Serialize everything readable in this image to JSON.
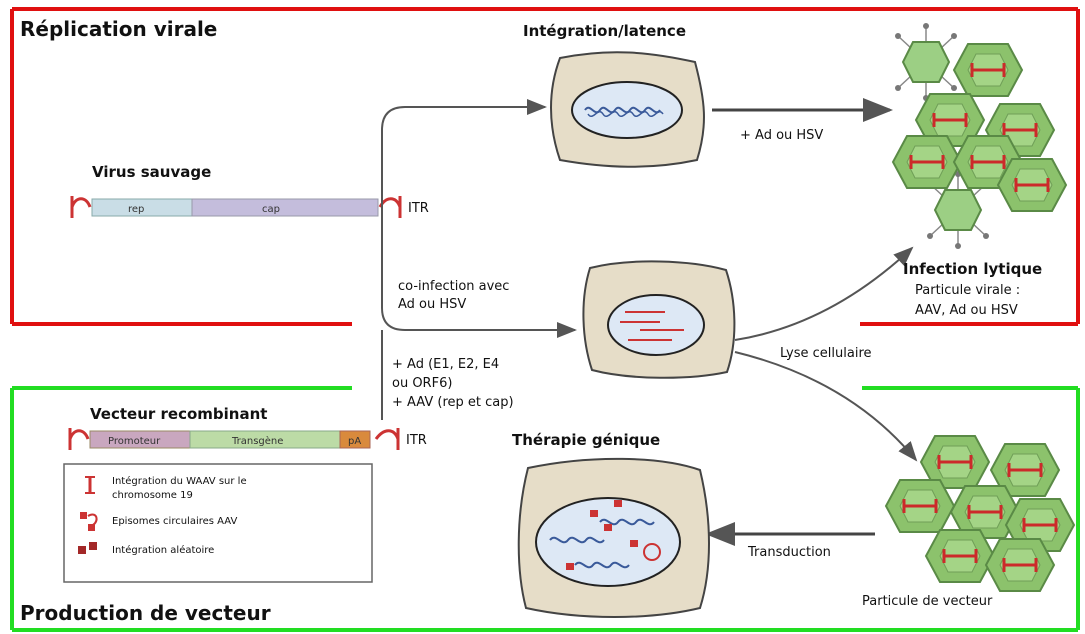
{
  "sections": {
    "replication_title": "Réplication virale",
    "production_title": "Production de vecteur"
  },
  "wild_virus": {
    "title": "Virus sauvage",
    "gene1": "rep",
    "gene2": "cap",
    "itr": "ITR"
  },
  "recombinant": {
    "title": "Vecteur recombinant",
    "gene1": "Promoteur",
    "gene2": "Transgène",
    "gene3": "pA",
    "itr": "ITR"
  },
  "integration": {
    "title": "Intégration/latence",
    "arrow_label": "+ Ad ou HSV"
  },
  "coinfection": {
    "line1": "co-infection avec",
    "line2": "Ad ou HSV"
  },
  "production_label": {
    "line1": "+ Ad (E1, E2, E4",
    "line2": "ou ORF6)",
    "line3": "+ AAV (rep et cap)"
  },
  "lytic": {
    "title": "Infection lytique",
    "line1": "Particule virale :",
    "line2": "AAV, Ad ou HSV"
  },
  "lysis_label": "Lyse cellulaire",
  "gene_therapy": {
    "title": "Thérapie génique",
    "transduction": "Transduction",
    "vector_particle": "Particule de vecteur"
  },
  "legend": {
    "item1_line1": "Intégration du WAAV sur le",
    "item1_line2": "chromosome 19",
    "item2": "Episomes circulaires AAV",
    "item3": "Intégration aléatoire"
  },
  "colors": {
    "red_frame": "#e01010",
    "green_frame": "#22dd22",
    "cell_fill": "#e6ddc8",
    "capsid_fill": "#88c270",
    "itr_red": "#cc3333",
    "nucleus_fill": "#dde8f5"
  }
}
